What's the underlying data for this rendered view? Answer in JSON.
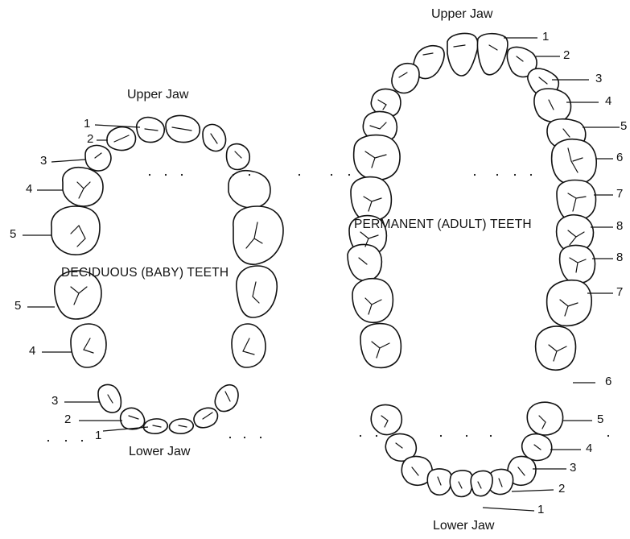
{
  "deciduous": {
    "upper_label": "Upper Jaw",
    "lower_label": "Lower Jaw",
    "caption": "DECIDUOUS (BABY) TEETH",
    "upper_numbers": [
      "1",
      "2",
      "3",
      "4",
      "5"
    ],
    "lower_numbers": [
      "5",
      "4",
      "3",
      "2",
      "1"
    ]
  },
  "permanent": {
    "upper_label": "Upper Jaw",
    "lower_label": "Lower Jaw",
    "caption": "PERMANENT (ADULT) TEETH",
    "upper_numbers": [
      "1",
      "2",
      "3",
      "4",
      "5",
      "6",
      "7",
      "8"
    ],
    "lower_numbers": [
      "8",
      "7",
      "6",
      "5",
      "4",
      "3",
      "2",
      "1"
    ]
  },
  "colors": {
    "ink": "#111111",
    "paper": "#ffffff"
  }
}
